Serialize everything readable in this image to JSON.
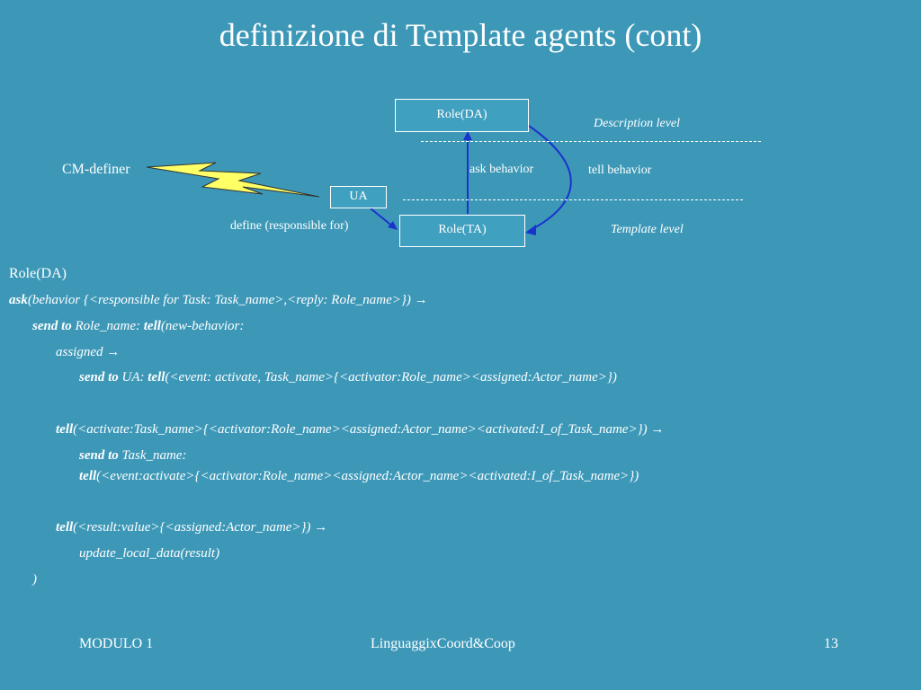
{
  "title": "definizione di Template agents (cont)",
  "diagram": {
    "role_da": "Role(DA)",
    "role_ta": "Role(TA)",
    "ua": "UA",
    "cm_definer": "CM-definer",
    "description_level": "Description level",
    "template_level": "Template level",
    "ask_behavior": "ask behavior",
    "tell_behavior": "tell behavior",
    "define": "define (responsible for)"
  },
  "code": {
    "l1": "Role(DA)",
    "l2_kw": "ask",
    "l2_rest": "(behavior {<responsible for Task: Task_name>,<reply: Role_name>}) →",
    "l3_kw1": "send to",
    "l3_mid": " Role_name: ",
    "l3_kw2": "tell",
    "l3_rest": "(new-behavior:",
    "l4": "assigned →",
    "l5_kw1": "send to",
    "l5_mid": " UA: ",
    "l5_kw2": "tell",
    "l5_rest": "(<event: activate, Task_name>{<activator:Role_name><assigned:Actor_name>})",
    "l6_kw": "tell",
    "l6_rest": "(<activate:Task_name>{<activator:Role_name><assigned:Actor_name><activated:I_of_Task_name>}) →",
    "l7_kw": "send to",
    "l7_rest": " Task_name:",
    "l8_kw": "tell",
    "l8_rest": "(<event:activate>{<activator:Role_name><assigned:Actor_name><activated:I_of_Task_name>})",
    "l9_kw": "tell",
    "l9_rest": "(<result:value>{<assigned:Actor_name>}) →",
    "l10": "update_local_data(result)",
    "l11": ")"
  },
  "footer": {
    "left": "MODULO 1",
    "center": "LinguaggixCoord&Coop",
    "right": "13"
  }
}
